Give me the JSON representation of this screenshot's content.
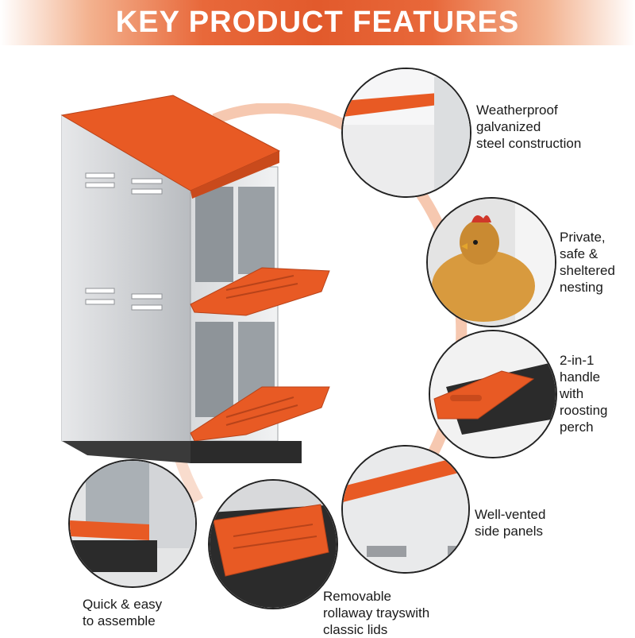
{
  "banner": {
    "title": "KEY PRODUCT FEATURES"
  },
  "colors": {
    "accent": "#e85a24",
    "steel": "#c9ccd0",
    "dark": "#2b2b2b",
    "banner": "#e25a2c"
  },
  "features": [
    {
      "text": "Weatherproof\ngalvanized\nsteel construction"
    },
    {
      "text": "Private,\nsafe &\nsheltered\nnesting"
    },
    {
      "text": "2-in-1\nhandle\nwith\nroosting\nperch"
    },
    {
      "text": "Well-vented\nside panels"
    },
    {
      "text": "Removable\nrollaway trayswith\nclassic lids"
    },
    {
      "text": "Quick & easy\nto assemble"
    }
  ]
}
